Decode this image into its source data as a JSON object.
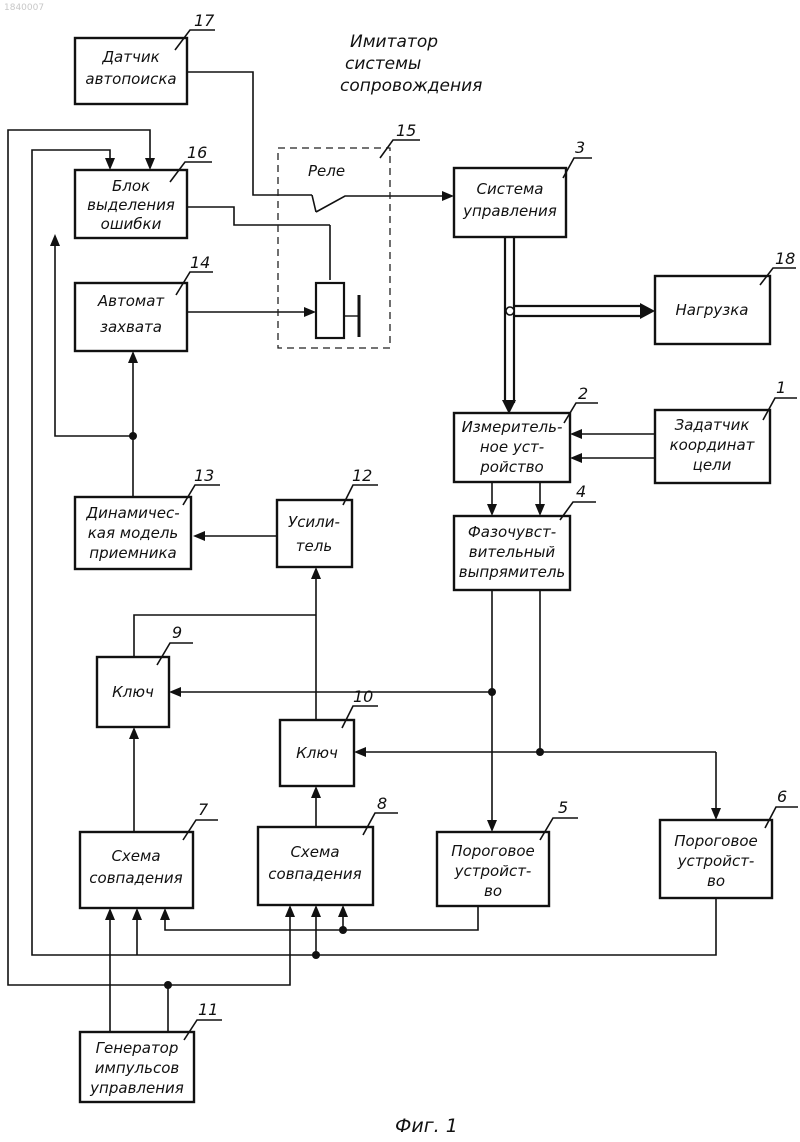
{
  "watermark": "1840007",
  "title_lines": [
    "Имитатор",
    "системы",
    "сопровождения"
  ],
  "relay_label": "Реле",
  "caption": "Фиг. 1",
  "blocks": {
    "b1": {
      "number": "1",
      "lines": [
        "Задатчик",
        "координат",
        "цели"
      ]
    },
    "b2": {
      "number": "2",
      "lines": [
        "Измеритель-",
        "ное уст-",
        "ройство"
      ]
    },
    "b3": {
      "number": "3",
      "lines": [
        "Система",
        "управления"
      ]
    },
    "b4": {
      "number": "4",
      "lines": [
        "Фазочувст-",
        "вительный",
        "выпрямитель"
      ]
    },
    "b5": {
      "number": "5",
      "lines": [
        "Пороговое",
        "устройст-",
        "во"
      ]
    },
    "b6": {
      "number": "6",
      "lines": [
        "Пороговое",
        "устройст-",
        "во"
      ]
    },
    "b7": {
      "number": "7",
      "lines": [
        "Схема",
        "совпадения"
      ]
    },
    "b8": {
      "number": "8",
      "lines": [
        "Схема",
        "совпадения"
      ]
    },
    "b9": {
      "number": "9",
      "lines": [
        "Ключ"
      ]
    },
    "b10": {
      "number": "10",
      "lines": [
        "Ключ"
      ]
    },
    "b11": {
      "number": "11",
      "lines": [
        "Генератор",
        "импульсов",
        "управления"
      ]
    },
    "b12": {
      "number": "12",
      "lines": [
        "Усили-",
        "тель"
      ]
    },
    "b13": {
      "number": "13",
      "lines": [
        "Динамичес-",
        "кая модель",
        "приемника"
      ]
    },
    "b14": {
      "number": "14",
      "lines": [
        "Автомат",
        "захвата"
      ]
    },
    "b15": {
      "number": "15",
      "lines": []
    },
    "b16": {
      "number": "16",
      "lines": [
        "Блок",
        "выделения",
        "ошибки"
      ]
    },
    "b17": {
      "number": "17",
      "lines": [
        "Датчик",
        "автопоиска"
      ]
    },
    "b18": {
      "number": "18",
      "lines": [
        "Нагрузка"
      ]
    }
  }
}
